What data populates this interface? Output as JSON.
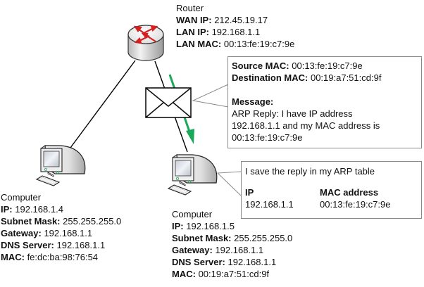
{
  "router": {
    "title": "Router",
    "fields": [
      {
        "label": "WAN IP:",
        "value": "212.45.19.17"
      },
      {
        "label": "LAN IP:",
        "value": "192.168.1.1"
      },
      {
        "label": "LAN MAC:",
        "value": "00:13:fe:19:c7:9e"
      }
    ]
  },
  "computer_left": {
    "title": "Computer",
    "fields": [
      {
        "label": "IP:",
        "value": "192.168.1.4"
      },
      {
        "label": "Subnet Mask:",
        "value": "255.255.255.0"
      },
      {
        "label": "Gateway:",
        "value": "192.168.1.1"
      },
      {
        "label": "DNS Server:",
        "value": "192.168.1.1"
      },
      {
        "label": "MAC:",
        "value": "fe:dc:ba:98:76:54"
      }
    ]
  },
  "computer_right": {
    "title": "Computer",
    "fields": [
      {
        "label": "IP:",
        "value": "192.168.1.5"
      },
      {
        "label": "Subnet Mask:",
        "value": "255.255.255.0"
      },
      {
        "label": "Gateway:",
        "value": "192.168.1.1"
      },
      {
        "label": "DNS Server:",
        "value": "192.168.1.1"
      },
      {
        "label": "MAC:",
        "value": "00:19:a7:51:cd:9f"
      }
    ]
  },
  "packet_callout": {
    "source_mac_label": "Source MAC:",
    "source_mac": "00:13:fe:19:c7:9e",
    "dest_mac_label": "Destination MAC:",
    "dest_mac": "00:19:a7:51:cd:9f",
    "message_label": "Message:",
    "message_lines": [
      "ARP Reply: I have IP address",
      "192.168.1.1 and my MAC address is",
      "00:13:fe:19:c7:9e"
    ]
  },
  "arp_callout": {
    "text": "I save the reply in my ARP table",
    "headers": [
      "IP",
      "MAC address"
    ],
    "rows": [
      [
        "192.168.1.1",
        "00:13:fe:19:c7:9e"
      ]
    ]
  },
  "icons": {
    "router": "router-icon",
    "envelope": "envelope-icon",
    "computer": "computer-icon",
    "arrow": "arrow-down-icon"
  },
  "colors": {
    "arrow": "#1aa85a",
    "router_arrows": "#d42020",
    "link": "#000000",
    "callout_border": "#8a8a8a"
  }
}
